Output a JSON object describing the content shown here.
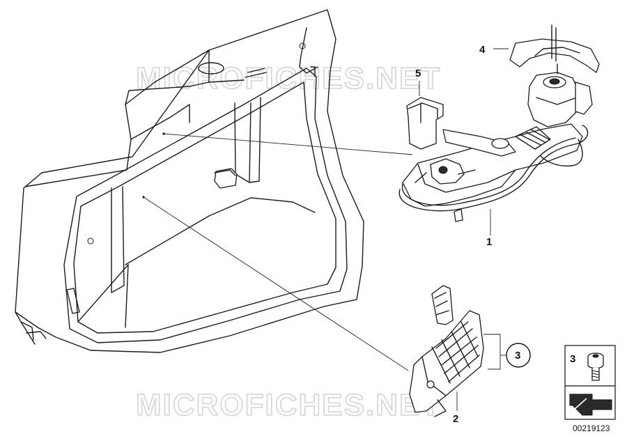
{
  "watermark": "MICROFICHES.NET",
  "callouts": {
    "c1": "1",
    "c2": "2",
    "c3_circled": "3",
    "c4": "4",
    "c5": "5"
  },
  "legend": {
    "part_number": "3"
  },
  "diagram_code": "00219123"
}
